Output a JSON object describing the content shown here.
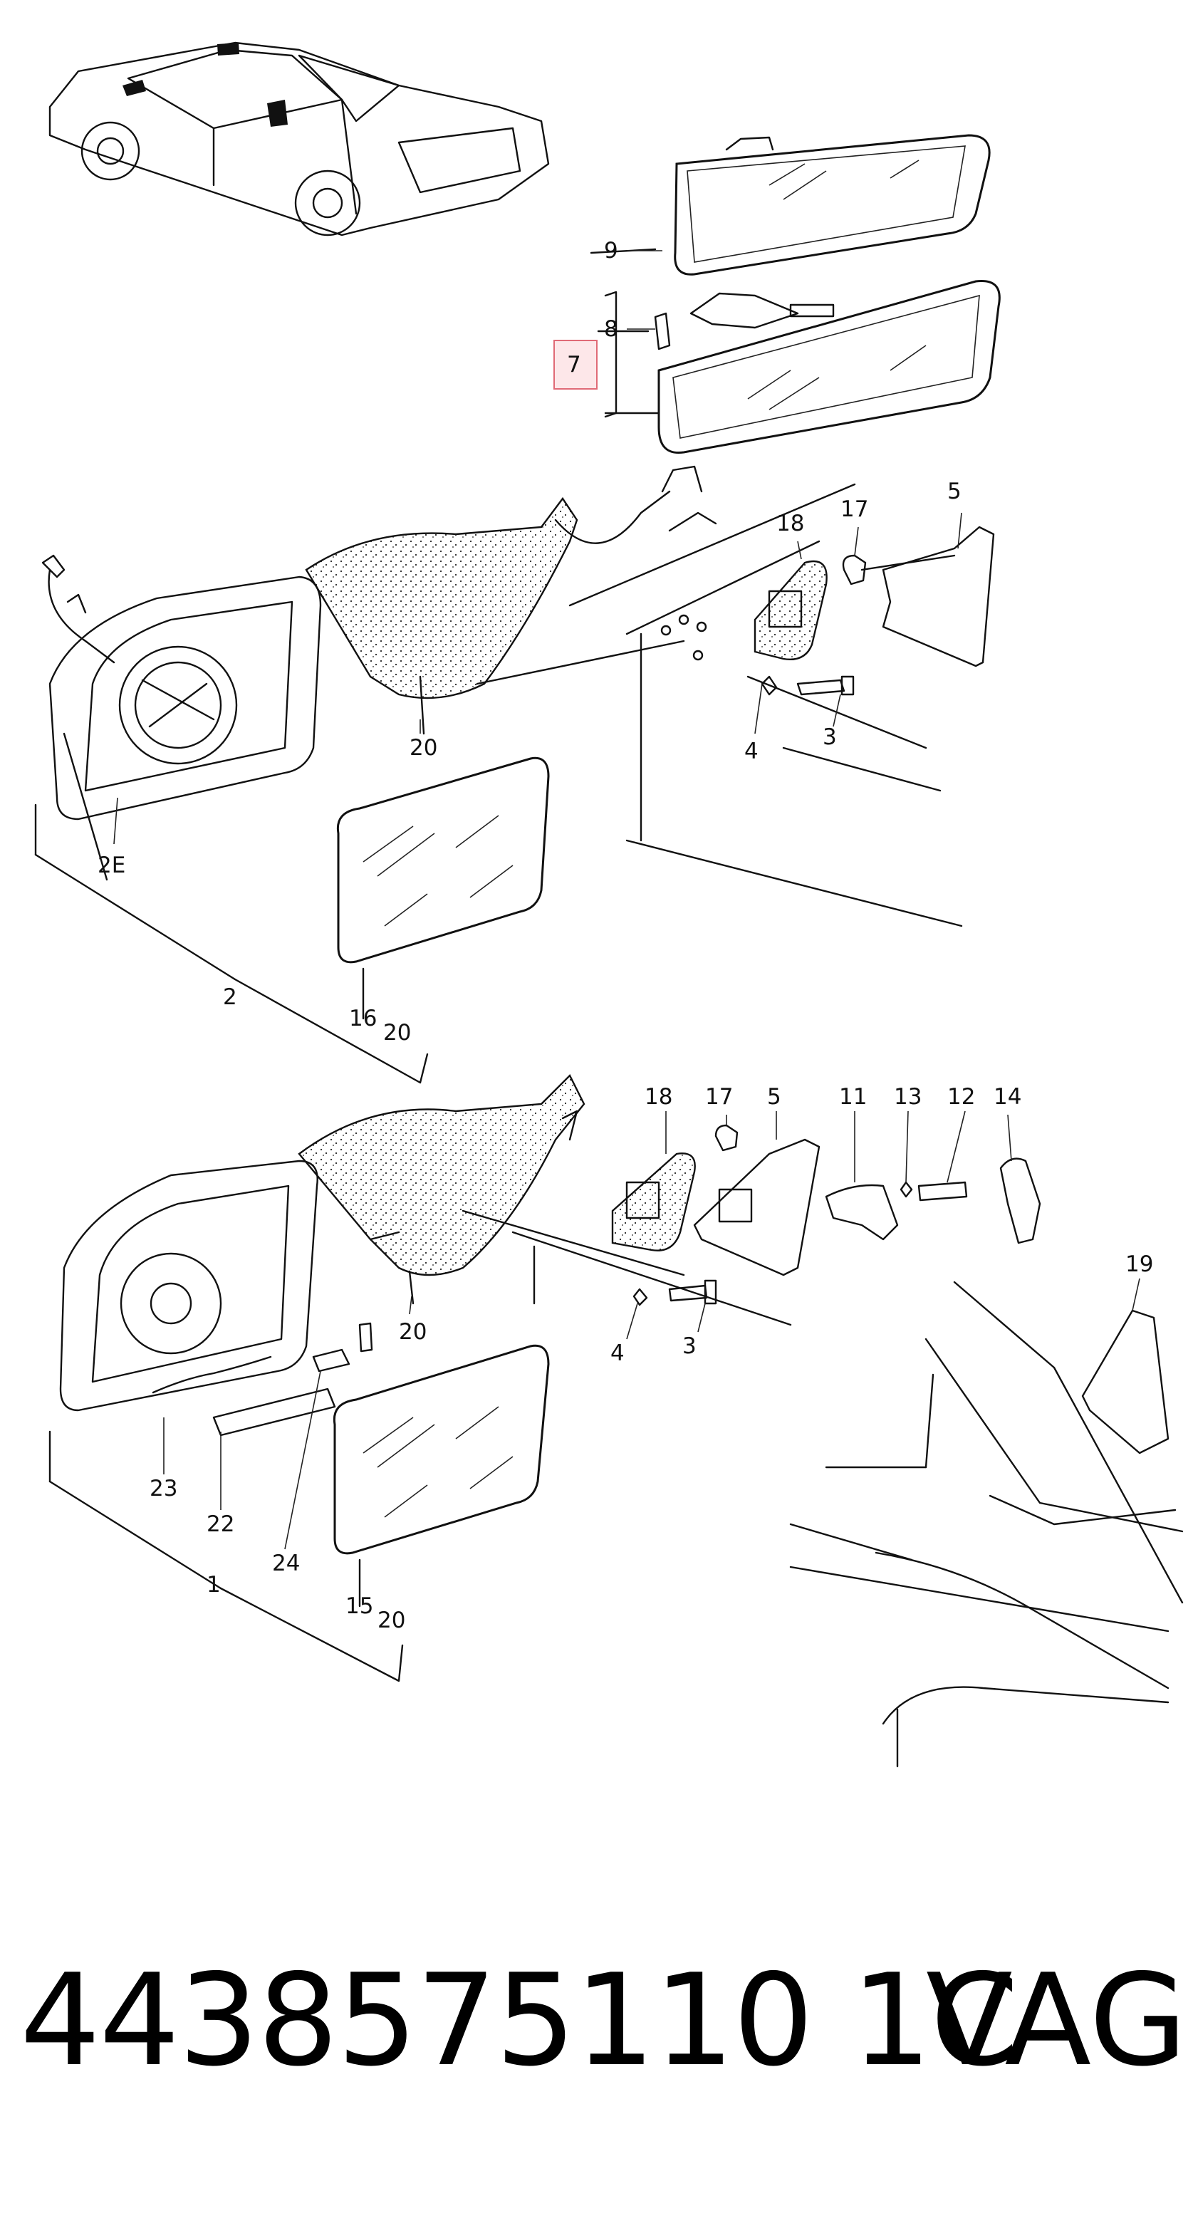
{
  "callouts": {
    "c9": "9",
    "c8": "8",
    "c7": "7",
    "c18a": "18",
    "c17a": "17",
    "c5a": "5",
    "c20a": "20",
    "c4a": "4",
    "c3a": "3",
    "c2e": "2E",
    "c2": "2",
    "c16": "16",
    "c20b": "20",
    "c18b": "18",
    "c17b": "17",
    "c5b": "5",
    "c11": "11",
    "c13": "13",
    "c12": "12",
    "c14": "14",
    "c19": "19",
    "c20c": "20",
    "c4b": "4",
    "c3b": "3",
    "c23": "23",
    "c22": "22",
    "c24": "24",
    "c1": "1",
    "c15": "15",
    "c20d": "20"
  },
  "footer": {
    "part_number": "4438575110 1C",
    "brand": "VAG"
  },
  "highlight_color": "#e06a76"
}
